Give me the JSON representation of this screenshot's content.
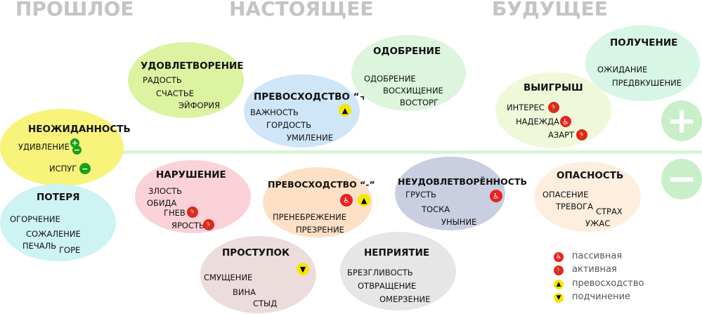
{
  "headers": {
    "past": "ПРОШЛОЕ",
    "present": "НАСТОЯЩЕЕ",
    "future": "БУДУЩЕЕ"
  },
  "groups": {
    "satisfaction": {
      "title": "УДОВЛЕТВОРЕНИЕ",
      "items": [
        "РАДОСТЬ",
        "СЧАСТЬЕ",
        "ЭЙФОРИЯ"
      ]
    },
    "surprise": {
      "title": "НЕОЖИДАННОСТЬ",
      "items": [
        "УДИВЛЕНИЕ",
        "ИСПУГ"
      ]
    },
    "superiority_plus": {
      "title": "ПРЕВОСХОДСТВО “+”",
      "items": [
        "ВАЖНОСТЬ",
        "ГОРДОСТЬ",
        "УМИЛЕНИЕ"
      ]
    },
    "approval": {
      "title": "ОДОБРЕНИЕ",
      "items": [
        "ОДОБРЕНИЕ",
        "ВОСХИЩЕНИЕ",
        "ВОСТОРГ"
      ]
    },
    "gain": {
      "title": "ПОЛУЧЕНИЕ",
      "items": [
        "ОЖИДАНИЕ",
        "ПРЕДВКУШЕНИЕ"
      ]
    },
    "win": {
      "title": "ВЫИГРЫШ",
      "items": [
        "ИНТЕРЕС",
        "НАДЕЖДА",
        "АЗАРТ"
      ]
    },
    "loss": {
      "title": "ПОТЕРЯ",
      "items": [
        "ОГОРЧЕНИЕ",
        "СОЖАЛЕНИЕ",
        "ПЕЧАЛЬ",
        "ГОРЕ"
      ]
    },
    "violation": {
      "title": "НАРУШЕНИЕ",
      "items": [
        "ЗЛОСТЬ",
        "ОБИДА",
        "ГНЕВ",
        "ЯРОСТЬ"
      ]
    },
    "superiority_minus": {
      "title": "ПРЕВОСХОДСТВО “-”",
      "items": [
        "ПРЕНЕБРЕЖЕНИЕ",
        "ПРЕЗРЕНИЕ"
      ]
    },
    "dissatisfaction": {
      "title": "НЕУДОВЛЕТВОРЁННОСТЬ",
      "items": [
        "ГРУСТЬ",
        "ТОСКА",
        "УНЫНИЕ"
      ]
    },
    "danger": {
      "title": "ОПАСНОСТЬ",
      "items": [
        "ОПАСЕНИЕ",
        "ТРЕВОГА",
        "СТРАХ",
        "УЖАС"
      ]
    },
    "misdeed": {
      "title": "ПРОСТУПОК",
      "items": [
        "СМУЩЕНИЕ",
        "ВИНА",
        "СТЫД"
      ]
    },
    "rejection": {
      "title": "НЕПРИЯТИЕ",
      "items": [
        "БРЕЗГЛИВОСТЬ",
        "ОТВРАЩЕНИЕ",
        "ОМЕРЗЕНИЕ"
      ]
    }
  },
  "legend": {
    "passive": "пассивная",
    "active": "активная",
    "superiority": "превосходство",
    "submission": "подчинение"
  },
  "colors": {
    "positive": "#c9efc9",
    "icon_red": "#e8231f",
    "icon_yellow": "#f5e800"
  }
}
